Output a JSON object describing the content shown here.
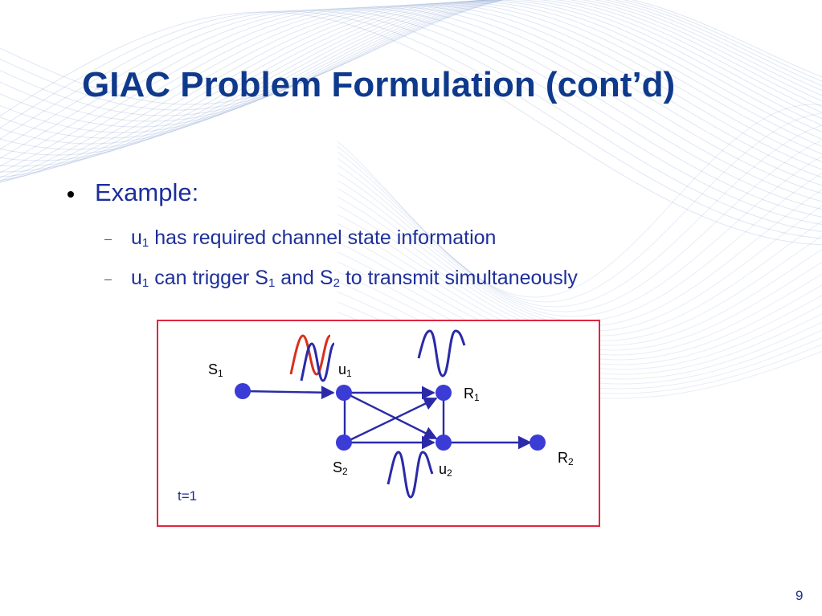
{
  "slide": {
    "title": "GIAC Problem Formulation (cont’d)",
    "page_number": "9"
  },
  "bullets": {
    "level1": {
      "text": "Example:"
    },
    "item1": {
      "var": "u",
      "var_sub": "1",
      "rest": " has required channel state information"
    },
    "item2": {
      "part1": "u",
      "part1_sub": "1",
      "part2": " can trigger S",
      "part2_sub": "1",
      "part3": " and S",
      "part3_sub": "2",
      "part4": " to transmit simultaneously"
    }
  },
  "diagram": {
    "time_label": "t=1",
    "nodes": {
      "s1": {
        "name": "S",
        "sub": "1"
      },
      "u1": {
        "name": "u",
        "sub": "1"
      },
      "r1": {
        "name": "R",
        "sub": "1"
      },
      "s2": {
        "name": "S",
        "sub": "2"
      },
      "u2": {
        "name": "u",
        "sub": "2"
      },
      "r2": {
        "name": "R",
        "sub": "2"
      }
    }
  },
  "colors": {
    "title": "#0f3a8c",
    "text": "#1d2f9a",
    "frame_border": "#e0263f",
    "node_fill": "#3b3bd6",
    "signal_blue": "#2a2aa8",
    "signal_red": "#d8301c"
  }
}
